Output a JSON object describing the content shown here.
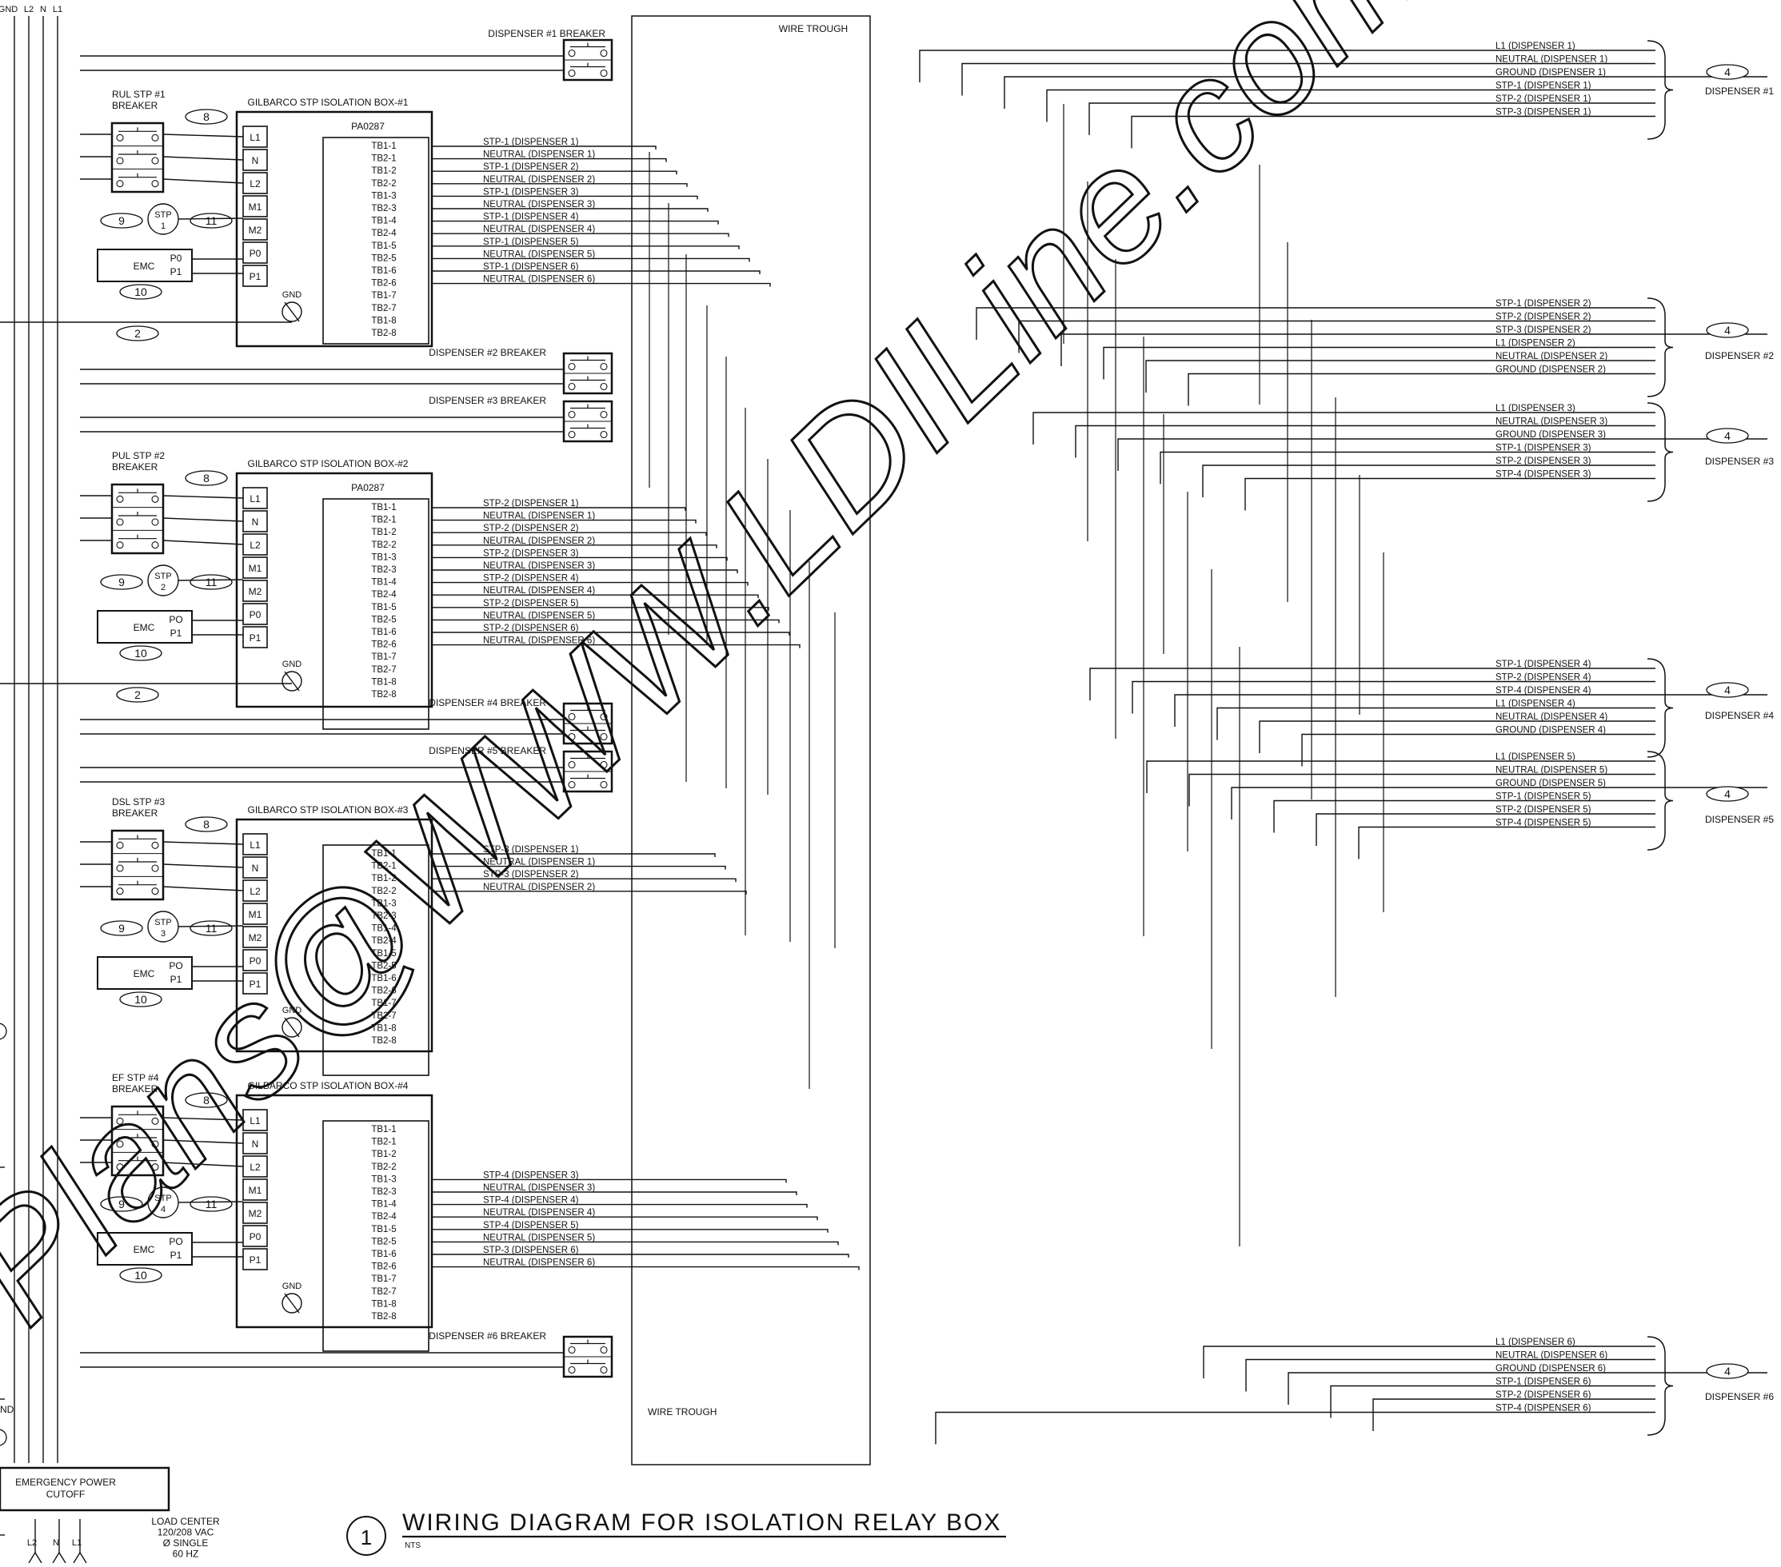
{
  "main_buses": [
    "GND",
    "L2",
    "N",
    "L1"
  ],
  "wire_trough_label": "WIRE TROUGH",
  "wire_trough_bottom_label": "WIRE TROUGH",
  "dispenser_breakers": [
    {
      "label": "DISPENSER #1 BREAKER"
    },
    {
      "label": "DISPENSER #2 BREAKER"
    },
    {
      "label": "DISPENSER #3 BREAKER"
    },
    {
      "label": "DISPENSER #4 BREAKER"
    },
    {
      "label": "DISPENSER #5 BREAKER"
    },
    {
      "label": "DISPENSER #6 BREAKER"
    }
  ],
  "isolation_boxes": [
    {
      "title": "GILBARCO STP ISOLATION BOX-#1",
      "breaker_label": [
        "RUL STP #1",
        "BREAKER"
      ],
      "part_no": "PA0287",
      "terminals": [
        "L1",
        "N",
        "L2",
        "M1",
        "M2",
        "P0",
        "P1"
      ],
      "tb_rows": [
        "TB1-1",
        "TB2-1",
        "TB1-2",
        "TB2-2",
        "TB1-3",
        "TB2-3",
        "TB1-4",
        "TB2-4",
        "TB1-5",
        "TB2-5",
        "TB1-6",
        "TB2-6",
        "TB1-7",
        "TB2-7",
        "TB1-8",
        "TB2-8"
      ],
      "stp": [
        "STP",
        "1"
      ],
      "emc": {
        "label": "EMC",
        "p0": "P0",
        "p1": "P1"
      },
      "circles": {
        "a": "8",
        "b": "9",
        "c": "11",
        "d": "10",
        "e": "2"
      },
      "gnd": "GND",
      "wires": [
        {
          "row": 0,
          "text": "STP-1 (DISPENSER 1)"
        },
        {
          "row": 1,
          "text": "NEUTRAL (DISPENSER 1)"
        },
        {
          "row": 2,
          "text": "STP-1 (DISPENSER 2)"
        },
        {
          "row": 3,
          "text": "NEUTRAL (DISPENSER 2)"
        },
        {
          "row": 4,
          "text": "STP-1 (DISPENSER 3)"
        },
        {
          "row": 5,
          "text": "NEUTRAL (DISPENSER 3)"
        },
        {
          "row": 6,
          "text": "STP-1 (DISPENSER 4)"
        },
        {
          "row": 7,
          "text": "NEUTRAL (DISPENSER 4)"
        },
        {
          "row": 8,
          "text": "STP-1 (DISPENSER 5)"
        },
        {
          "row": 9,
          "text": "NEUTRAL (DISPENSER 5)"
        },
        {
          "row": 10,
          "text": "STP-1 (DISPENSER 6)"
        },
        {
          "row": 11,
          "text": "NEUTRAL (DISPENSER 6)"
        }
      ]
    },
    {
      "title": "GILBARCO STP ISOLATION BOX-#2",
      "breaker_label": [
        "PUL STP #2",
        "BREAKER"
      ],
      "part_no": "PA0287",
      "terminals": [
        "L1",
        "N",
        "L2",
        "M1",
        "M2",
        "P0",
        "P1"
      ],
      "tb_rows": [
        "TB1-1",
        "TB2-1",
        "TB1-2",
        "TB2-2",
        "TB1-3",
        "TB2-3",
        "TB1-4",
        "TB2-4",
        "TB1-5",
        "TB2-5",
        "TB1-6",
        "TB2-6",
        "TB1-7",
        "TB2-7",
        "TB1-8",
        "TB2-8"
      ],
      "stp": [
        "STP",
        "2"
      ],
      "emc": {
        "label": "EMC",
        "p0": "PO",
        "p1": "P1"
      },
      "circles": {
        "a": "8",
        "b": "9",
        "c": "11",
        "d": "10",
        "e": "2"
      },
      "gnd": "GND",
      "wires": [
        {
          "row": 0,
          "text": "STP-2 (DISPENSER 1)"
        },
        {
          "row": 1,
          "text": "NEUTRAL (DISPENSER 1)"
        },
        {
          "row": 2,
          "text": "STP-2 (DISPENSER 2)"
        },
        {
          "row": 3,
          "text": "NEUTRAL (DISPENSER 2)"
        },
        {
          "row": 4,
          "text": "STP-2 (DISPENSER 3)"
        },
        {
          "row": 5,
          "text": "NEUTRAL (DISPENSER 3)"
        },
        {
          "row": 6,
          "text": "STP-2 (DISPENSER 4)"
        },
        {
          "row": 7,
          "text": "NEUTRAL (DISPENSER 4)"
        },
        {
          "row": 8,
          "text": "STP-2 (DISPENSER 5)"
        },
        {
          "row": 9,
          "text": "NEUTRAL (DISPENSER 5)"
        },
        {
          "row": 10,
          "text": "STP-2 (DISPENSER 6)"
        },
        {
          "row": 11,
          "text": "NEUTRAL (DISPENSER 6)"
        }
      ]
    },
    {
      "title": "GILBARCO STP ISOLATION BOX-#3",
      "breaker_label": [
        "DSL STP #3",
        "BREAKER"
      ],
      "part_no": "",
      "terminals": [
        "L1",
        "N",
        "L2",
        "M1",
        "M2",
        "P0",
        "P1"
      ],
      "tb_rows": [
        "TB1-1",
        "TB2-1",
        "TB1-2",
        "TB2-2",
        "TB1-3",
        "TB2-3",
        "TB1-4",
        "TB2-4",
        "TB1-5",
        "TB2-5",
        "TB1-6",
        "TB2-6",
        "TB1-7",
        "TB2-7",
        "TB1-8",
        "TB2-8"
      ],
      "stp": [
        "STP",
        "3"
      ],
      "emc": {
        "label": "EMC",
        "p0": "PO",
        "p1": "P1"
      },
      "circles": {
        "a": "8",
        "b": "9",
        "c": "11",
        "d": "10",
        "e": ""
      },
      "gnd": "GND",
      "wires": [
        {
          "row": 0,
          "text": "STP-3 (DISPENSER 1)"
        },
        {
          "row": 1,
          "text": "NEUTRAL (DISPENSER 1)"
        },
        {
          "row": 2,
          "text": "STP-3 (DISPENSER 2)"
        },
        {
          "row": 3,
          "text": "NEUTRAL (DISPENSER 2)"
        }
      ]
    },
    {
      "title": "GILBARCO STP ISOLATION BOX-#4",
      "breaker_label": [
        "EF STP #4",
        "BREAKER"
      ],
      "part_no": "",
      "terminals": [
        "L1",
        "N",
        "L2",
        "M1",
        "M2",
        "P0",
        "P1"
      ],
      "tb_rows": [
        "TB1-1",
        "TB2-1",
        "TB1-2",
        "TB2-2",
        "TB1-3",
        "TB2-3",
        "TB1-4",
        "TB2-4",
        "TB1-5",
        "TB2-5",
        "TB1-6",
        "TB2-6",
        "TB1-7",
        "TB2-7",
        "TB1-8",
        "TB2-8"
      ],
      "stp": [
        "STP",
        "4"
      ],
      "emc": {
        "label": "EMC",
        "p0": "PO",
        "p1": "P1"
      },
      "circles": {
        "a": "8",
        "b": "9",
        "c": "11",
        "d": "10",
        "e": ""
      },
      "gnd": "GND",
      "wires": [
        {
          "row": 4,
          "text": "STP-4 (DISPENSER 3)"
        },
        {
          "row": 5,
          "text": "NEUTRAL (DISPENSER 3)"
        },
        {
          "row": 6,
          "text": "STP-4 (DISPENSER 4)"
        },
        {
          "row": 7,
          "text": "NEUTRAL (DISPENSER 4)"
        },
        {
          "row": 8,
          "text": "STP-4 (DISPENSER 5)"
        },
        {
          "row": 9,
          "text": "NEUTRAL (DISPENSER 5)"
        },
        {
          "row": 10,
          "text": "STP-3 (DISPENSER 6)"
        },
        {
          "row": 11,
          "text": "NEUTRAL (DISPENSER 6)"
        }
      ]
    }
  ],
  "dispenser_groups": [
    {
      "name": "DISPENSER #1",
      "circle": "4",
      "lines": [
        "L1      (DISPENSER 1)",
        "NEUTRAL  (DISPENSER 1)",
        "GROUND  (DISPENSER 1)",
        "STP-1 (DISPENSER 1)",
        "STP-2 (DISPENSER 1)",
        "STP-3 (DISPENSER 1)"
      ]
    },
    {
      "name": "DISPENSER #2",
      "circle": "4",
      "lines": [
        "STP-1 (DISPENSER 2)",
        "STP-2 (DISPENSER 2)",
        "STP-3 (DISPENSER 2)",
        "L1      (DISPENSER 2)",
        "NEUTRAL  (DISPENSER 2)",
        "GROUND  (DISPENSER 2)"
      ]
    },
    {
      "name": "DISPENSER #3",
      "circle": "4",
      "lines": [
        "L1      (DISPENSER 3)",
        "NEUTRAL  (DISPENSER 3)",
        "GROUND  (DISPENSER 3)",
        "STP-1 (DISPENSER 3)",
        "STP-2 (DISPENSER 3)",
        "STP-4 (DISPENSER 3)"
      ]
    },
    {
      "name": "DISPENSER #4",
      "circle": "4",
      "lines": [
        "STP-1 (DISPENSER 4)",
        "STP-2 (DISPENSER 4)",
        "STP-4 (DISPENSER 4)",
        "L1      (DISPENSER 4)",
        "NEUTRAL  (DISPENSER 4)",
        "GROUND  (DISPENSER 4)"
      ]
    },
    {
      "name": "DISPENSER #5",
      "circle": "4",
      "lines": [
        "L1      (DISPENSER 5)",
        "NEUTRAL  (DISPENSER 5)",
        "GROUND  (DISPENSER 5)",
        "STP-1 (DISPENSER 5)",
        "STP-2 (DISPENSER 5)",
        "STP-4 (DISPENSER 5)"
      ]
    },
    {
      "name": "DISPENSER #6",
      "circle": "4",
      "lines": [
        "L1      (DISPENSER 6)",
        "NEUTRAL  (DISPENSER 6)",
        "GROUND  (DISPENSER 6)",
        "STP-1 (DISPENSER 6)",
        "STP-2 (DISPENSER 6)",
        "STP-4 (DISPENSER 6)"
      ]
    }
  ],
  "emergency_power": [
    "EMERGENCY POWER",
    "CUTOFF"
  ],
  "load_center": {
    "lines": [
      "LOAD CENTER",
      "120/208 VAC",
      "Ø SINGLE",
      "60 HZ"
    ],
    "bus_labels": [
      "L2",
      "N",
      "L1"
    ]
  },
  "left_edge_label": "ND",
  "title_block": {
    "number": "1",
    "title": "WIRING DIAGRAM FOR ISOLATION RELAY BOX",
    "scale": "NTS"
  },
  "watermark": "Plans@WWW.LDILine.com"
}
